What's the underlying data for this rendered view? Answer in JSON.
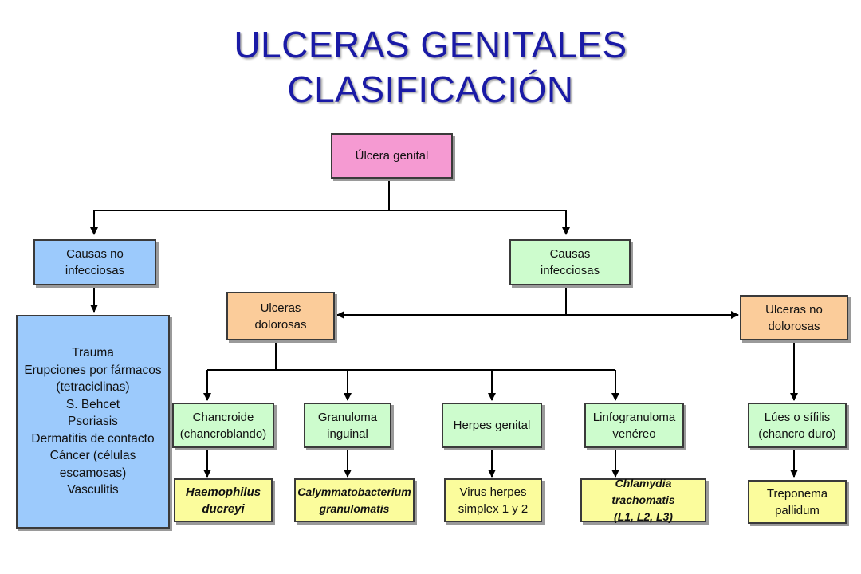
{
  "title": {
    "line1": "ULCERAS GENITALES",
    "line2": "CLASIFICACIÓN"
  },
  "diagram": {
    "root": "Úlcera genital",
    "non_infectious": {
      "line1": "Causas no",
      "line2": "infecciosas",
      "causes": [
        "Trauma",
        "Erupciones por fármacos",
        "(tetraciclinas)",
        "S. Behcet",
        "Psoriasis",
        "Dermatitis de contacto",
        "Cáncer (células",
        "escamosas)",
        "Vasculitis"
      ]
    },
    "infectious": {
      "line1": "Causas",
      "line2": "infecciosas"
    },
    "painful": {
      "line1": "Ulceras",
      "line2": "dolorosas"
    },
    "painless": {
      "line1": "Ulceras no",
      "line2": "dolorosas"
    },
    "diseases": [
      {
        "line1": "Chancroide",
        "line2": "(chancroblando)"
      },
      {
        "line1": "Granuloma",
        "line2": "inguinal"
      },
      {
        "line1": "Herpes genital",
        "line2": ""
      },
      {
        "line1": "Linfogranuloma",
        "line2": "venéreo"
      },
      {
        "line1": "Lúes o sífilis",
        "line2": "(chancro duro)"
      }
    ],
    "agents": [
      {
        "line1": "Haemophilus",
        "line2": "ducreyi",
        "italic": true
      },
      {
        "line1": "Calymmatobacterium",
        "line2": "granulomatis",
        "italic": true
      },
      {
        "line1": "Virus herpes",
        "line2": "simplex 1 y 2",
        "italic": false
      },
      {
        "line1": "Chlamydia trachomatis",
        "line2": "(L1, L2, L3)",
        "italic": true
      },
      {
        "line1": "Treponema",
        "line2": "pallidum",
        "italic": false
      }
    ]
  },
  "colors": {
    "root": "#f59ad2",
    "non_infectious": "#9ccafc",
    "infectious": "#cdfccd",
    "pain_category": "#fbcc9a",
    "agent": "#fbfc9c",
    "title": "#1a1aa6"
  }
}
